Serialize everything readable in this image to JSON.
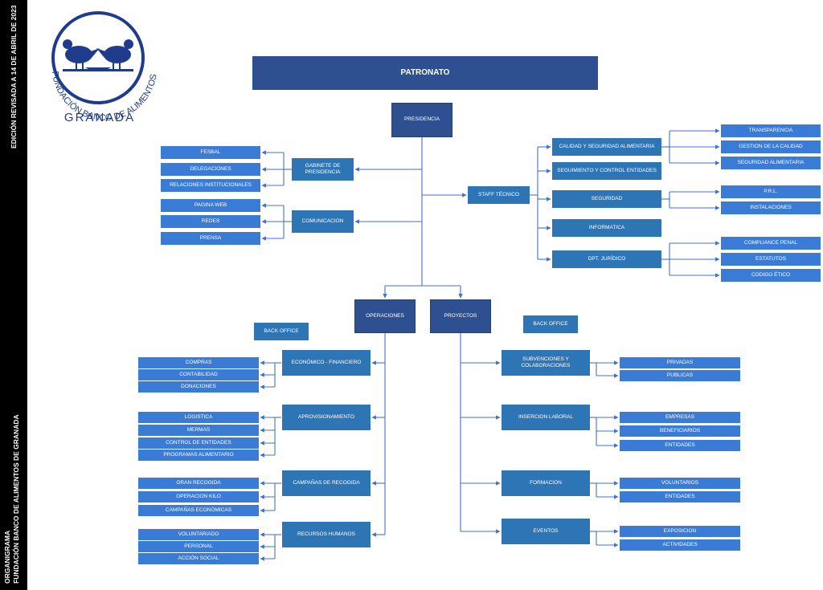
{
  "sidebar": {
    "edition": "EDICIÓN REVISADA A 14 DE ABRIL DE 2023",
    "caption_line1": "ORGANIGRAMA",
    "caption_line2": "FUNDACIÓN BANCO DE ALIMENTOS DE GRANADA"
  },
  "logo": {
    "arc_text": "FUNDACIÓN BANCO DE ALIMENTOS",
    "city": "GRANADA",
    "icon": "two-birds-eating-icon"
  },
  "colors": {
    "dark": "#2e5090",
    "mid": "#2e75b6",
    "light": "#3a7bd5",
    "line": "#4472c4"
  },
  "org": {
    "patronato": "PATRONATO",
    "presidencia": "PRESIDENCIA",
    "gabinete": {
      "label": "GABINETE DE PRESIDENCIA",
      "items": [
        "FESBAL",
        "DELEGACIONES",
        "RELACIONES INSTITUCIONALES"
      ]
    },
    "comunicacion": {
      "label": "COMUNICACION",
      "items": [
        "PAGINA WEB",
        "REDES",
        "PRENSA"
      ]
    },
    "staff": {
      "label": "STAFF TÉCNICO",
      "calidad": {
        "label": "CALIDAD Y SEGURIDAD ALIMENTARIA",
        "items": [
          "TRANSPARENCIA",
          "GESTION DE LA CALIDAD",
          "SEGURIDAD ALIMENTARIA"
        ]
      },
      "seguimiento": "SEGUIMIENTO Y CONTROL ENTIDADES",
      "seguridad": {
        "label": "SEGURIDAD",
        "items": [
          "P.R.L.",
          "INSTALACIONES"
        ]
      },
      "informatica": "INFORMATICA",
      "juridico": {
        "label": "DPT. JURÍDICO",
        "items": [
          "COMPLIANCE PENAL",
          "ESTATUTOS",
          "CODIGO ÉTICO"
        ]
      }
    },
    "operaciones": {
      "label": "OPERACIONES",
      "back_office": "BACK OFFICE",
      "economico": {
        "label": "ECONÓMICO - FINANCIERO",
        "items": [
          "COMPRAS",
          "CONTABILIDAD",
          "DONACIONES"
        ]
      },
      "aprovisionamiento": {
        "label": "APROVISIONAMIENTO",
        "items": [
          "LOGISTICA",
          "MERMAS",
          "CONTROL DE ENTIDADES",
          "PROGRAMAS ALIMENTARIO"
        ]
      },
      "campanas": {
        "label": "CAMPAÑAS DE RECOGIDA",
        "items": [
          "GRAN RECOGIDA",
          "OPERACION KILO",
          "CAMPAÑAS ECONÓMICAS"
        ]
      },
      "rrhh": {
        "label": "RECURSOS HUMANOS",
        "items": [
          "VOLUNTARIADO",
          "PERSONAL",
          "ACCIÓN SOCIAL"
        ]
      }
    },
    "proyectos": {
      "label": "PROYECTOS",
      "back_office": "BACK OFFICE",
      "subvenciones": {
        "label": "SUBVENCIONES Y COLABORACIONES",
        "items": [
          "PRIVADAS",
          "PUBLICAS"
        ]
      },
      "insercion": {
        "label": "INSERCION LABORAL",
        "items": [
          "EMPRESAS",
          "BENEFICIARIOS",
          "ENTIDADES"
        ]
      },
      "formacion": {
        "label": "FORMACION",
        "items": [
          "VOLUNTARIOS",
          "ENTIDADES"
        ]
      },
      "eventos": {
        "label": "EVENTOS",
        "items": [
          "EXPOSICION",
          "ACTIVIDADES"
        ]
      }
    }
  }
}
